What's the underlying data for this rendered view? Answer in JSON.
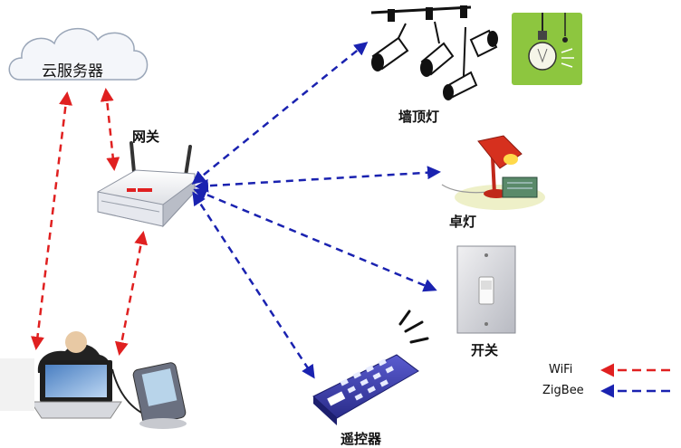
{
  "nodes": {
    "cloud": "云服务器",
    "gateway": "网关",
    "ceiling_light": "墙顶灯",
    "desk_lamp": "卓灯",
    "switch": "开关",
    "remote": "遥控器"
  },
  "legend": [
    {
      "name": "WiFi",
      "color": "#e02020"
    },
    {
      "name": "ZigBee",
      "color": "#1a22b0"
    }
  ]
}
